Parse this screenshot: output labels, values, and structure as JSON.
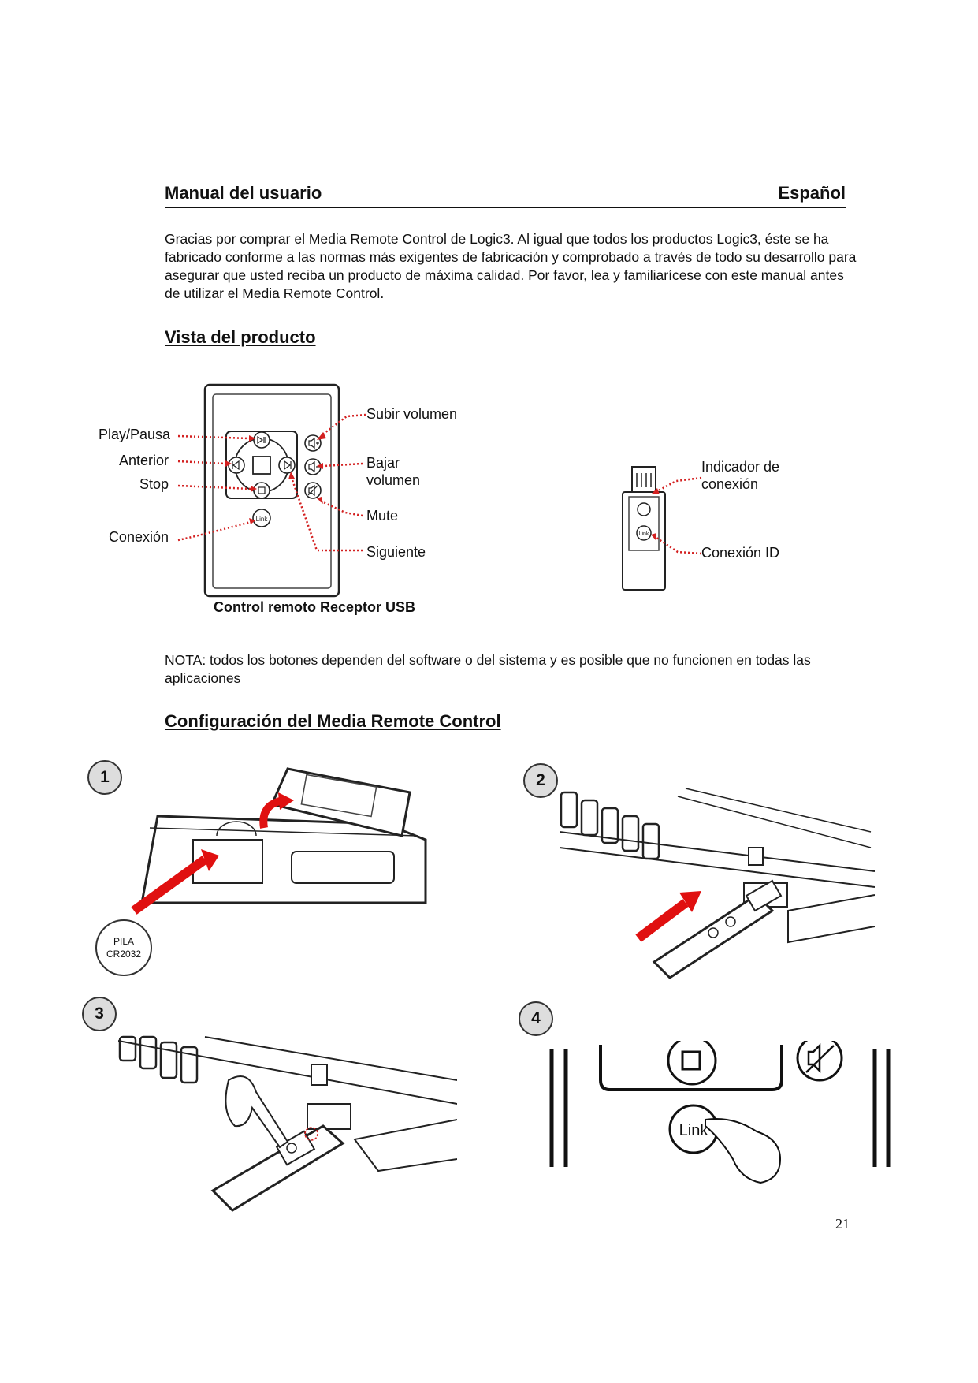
{
  "header": {
    "title": "Manual del usuario",
    "language": "Español"
  },
  "intro": "Gracias por comprar el Media Remote Control de Logic3.  Al igual que todos los productos Logic3, éste se ha fabricado conforme a las normas más exigentes de fabricación y comprobado a través de todo su desarrollo para asegurar que usted reciba un producto de máxima calidad.  Por favor, lea y familiarícese con este manual antes de utilizar el Media Remote Control.",
  "product_view": {
    "heading": "Vista del producto",
    "labels_left": {
      "play_pause": "Play/Pausa",
      "previous": "Anterior",
      "stop": "Stop",
      "connection": "Conexión"
    },
    "labels_right": {
      "volume_up": "Subir volumen",
      "volume_down_1": "Bajar",
      "volume_down_2": "volumen",
      "mute": "Mute",
      "next": "Siguiente"
    },
    "button_link": "Link",
    "usb_labels": {
      "indicator_1": "Indicador de",
      "indicator_2": "conexión",
      "connect_id": "Conexión ID"
    },
    "usb_button_link": "Link",
    "caption": "Control remoto  Receptor USB"
  },
  "note": "NOTA: todos los botones dependen del software o del sistema y es posible que no funcionen en todas las aplicaciones",
  "setup": {
    "heading": "Configuración del Media Remote Control",
    "steps": [
      "1",
      "2",
      "3",
      "4"
    ],
    "battery_1": "PILA",
    "battery_2": "CR2032",
    "step4_link": "Link"
  },
  "page_number": "21",
  "colors": {
    "callout": "#d32020",
    "arrow": "#e01010",
    "text": "#111111"
  }
}
